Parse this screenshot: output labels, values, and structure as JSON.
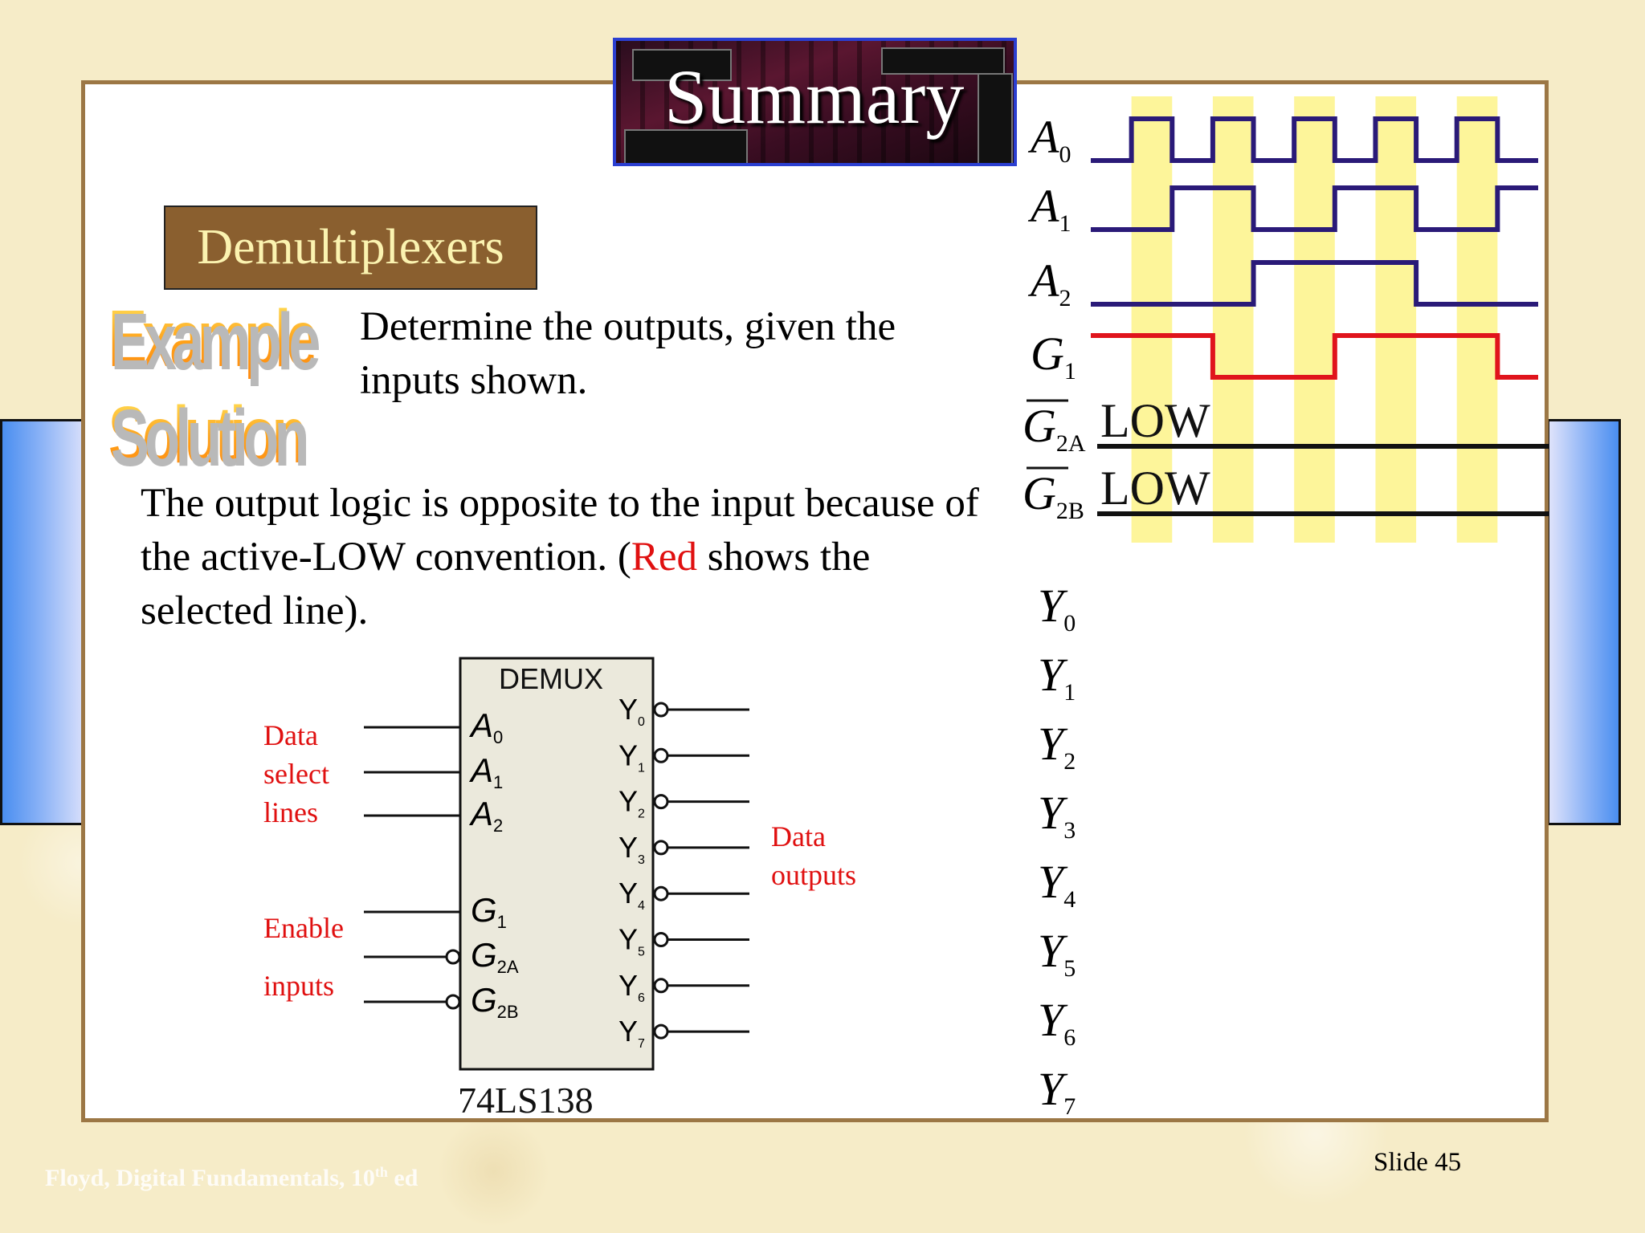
{
  "slide": {
    "title": "Summary",
    "topic": "Demultiplexers",
    "wordart_example": "Example",
    "wordart_solution": "Solution",
    "prompt": "Determine the outputs, given the inputs shown.",
    "explanation_main": "The output logic is opposite to the input because of the active-LOW convention. (",
    "explanation_red": "Red",
    "explanation_tail": " shows the selected line).",
    "footer_text": "Floyd, Digital Fundamentals, 10",
    "footer_sup": "th",
    "footer_suffix": " ed",
    "slide_number": "Slide 45"
  },
  "demux": {
    "header": "DEMUX",
    "part_number": "74LS138",
    "inputs": [
      {
        "letter": "A",
        "sub": "0"
      },
      {
        "letter": "A",
        "sub": "1"
      },
      {
        "letter": "A",
        "sub": "2"
      },
      {
        "letter": "G",
        "sub": "1"
      },
      {
        "letter": "G",
        "sub": "2A"
      },
      {
        "letter": "G",
        "sub": "2B"
      }
    ],
    "outputs": [
      {
        "letter": "Y",
        "sub": "0"
      },
      {
        "letter": "Y",
        "sub": "1"
      },
      {
        "letter": "Y",
        "sub": "2"
      },
      {
        "letter": "Y",
        "sub": "3"
      },
      {
        "letter": "Y",
        "sub": "4"
      },
      {
        "letter": "Y",
        "sub": "5"
      },
      {
        "letter": "Y",
        "sub": "6"
      },
      {
        "letter": "Y",
        "sub": "7"
      }
    ],
    "label_data_select": [
      "Data",
      "select",
      "lines"
    ],
    "label_enable": [
      "Enable",
      "inputs"
    ],
    "label_data_outputs": [
      "Data",
      "outputs"
    ]
  },
  "timing": {
    "signals": [
      {
        "letter": "A",
        "sub": "0",
        "overbar": false,
        "color": "#2a1a78",
        "levels": [
          0,
          1,
          0,
          1,
          0,
          1,
          0,
          1,
          0,
          1,
          0
        ]
      },
      {
        "letter": "A",
        "sub": "1",
        "overbar": false,
        "color": "#2a1a78",
        "levels": [
          0,
          0,
          1,
          1,
          0,
          0,
          1,
          1,
          0,
          0,
          1
        ]
      },
      {
        "letter": "A",
        "sub": "2",
        "overbar": false,
        "color": "#2a1a78",
        "levels": [
          0,
          0,
          0,
          0,
          1,
          1,
          1,
          1,
          0,
          0,
          0
        ]
      },
      {
        "letter": "G",
        "sub": "1",
        "overbar": false,
        "color": "#e0141c",
        "levels": [
          1,
          1,
          1,
          0,
          0,
          0,
          1,
          1,
          1,
          1,
          0
        ]
      }
    ],
    "low_signals": [
      {
        "letter": "G",
        "sub": "2A",
        "overbar": true,
        "state": "LOW"
      },
      {
        "letter": "G",
        "sub": "2B",
        "overbar": true,
        "state": "LOW"
      }
    ],
    "outputs": [
      {
        "letter": "Y",
        "sub": "0"
      },
      {
        "letter": "Y",
        "sub": "1"
      },
      {
        "letter": "Y",
        "sub": "2"
      },
      {
        "letter": "Y",
        "sub": "3"
      },
      {
        "letter": "Y",
        "sub": "4"
      },
      {
        "letter": "Y",
        "sub": "5"
      },
      {
        "letter": "Y",
        "sub": "6"
      },
      {
        "letter": "Y",
        "sub": "7"
      }
    ],
    "highlight_color": "#fdf59a",
    "low_line_color": "#111111"
  }
}
